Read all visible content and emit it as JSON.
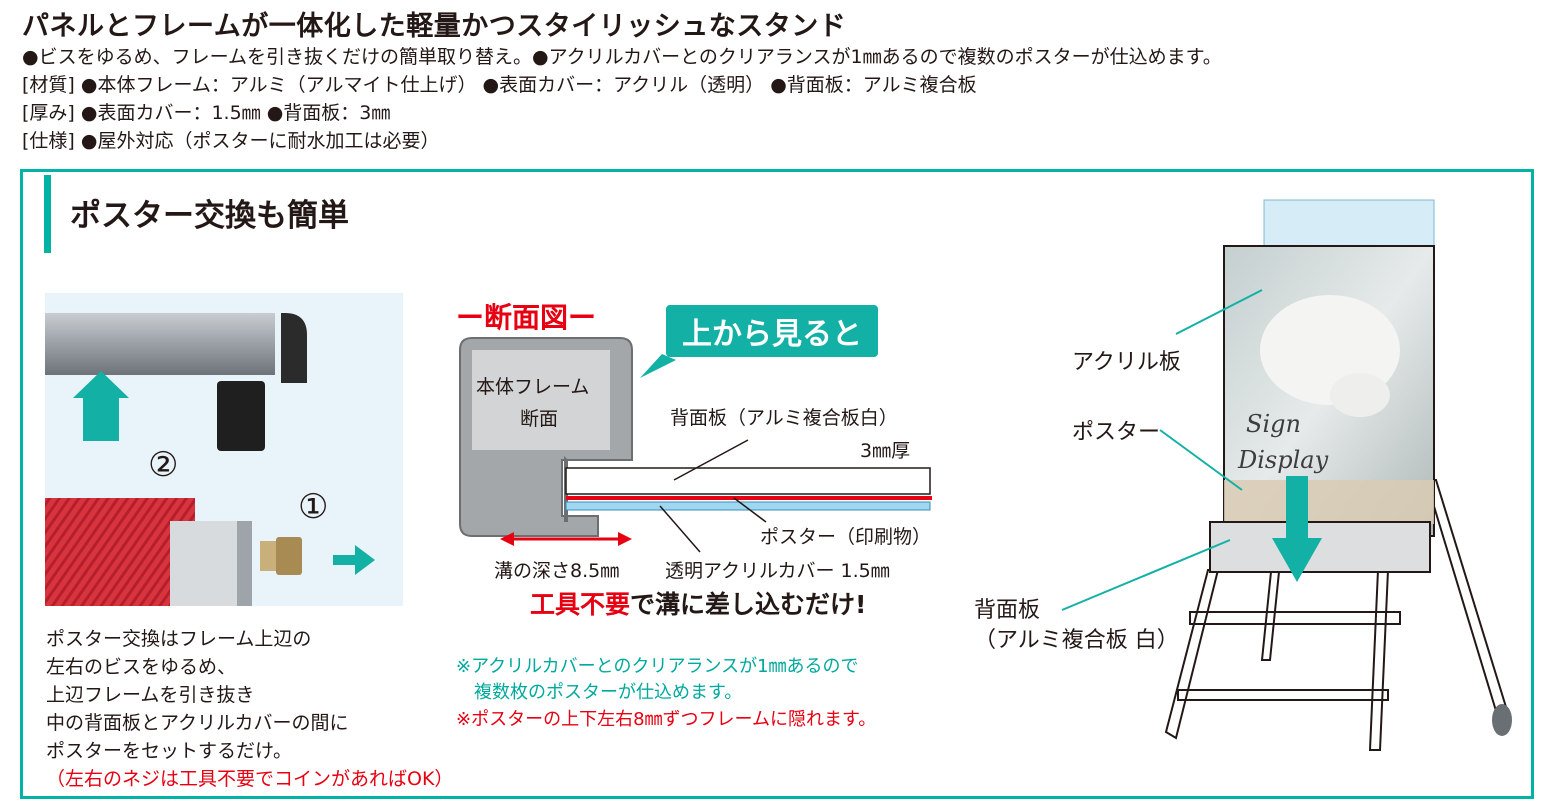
{
  "header": {
    "title": "パネルとフレームが一体化した軽量かつスタイリッシュなスタンド",
    "specs": [
      "●ビスをゆるめ、フレームを引き抜くだけの簡単取り替え。●アクリルカバーとのクリアランスが1㎜あるので複数のポスターが仕込めます。",
      "[材質] ●本体フレーム：アルミ（アルマイト仕上げ） ●表面カバー：アクリル（透明） ●背面板：アルミ複合板",
      "[厚み] ●表面カバー：1.5㎜ ●背面板：3㎜",
      "[仕様] ●屋外対応（ポスターに耐水加工は必要）"
    ]
  },
  "panel": {
    "title": "ポスター交換も簡単",
    "photo_labels": {
      "step1": "①",
      "step2": "②"
    },
    "steps": [
      "ポスター交換はフレーム上辺の",
      "左右のビスをゆるめ、",
      "上辺フレームを引き抜き",
      "中の背面板とアクリルカバーの間に",
      "ポスターをセットするだけ。"
    ],
    "steps_note": "（左右のネジは工具不要でコインがあればOK）"
  },
  "diagram": {
    "title": "ー断面図ー",
    "callout": "上から見ると",
    "frame_label_1": "本体フレーム",
    "frame_label_2": "断面",
    "back_board_1": "背面板（アルミ複合板白）",
    "back_board_2": "3㎜厚",
    "poster_label": "ポスター（印刷物）",
    "groove_label": "溝の深さ8.5㎜",
    "acrylic_label": "透明アクリルカバー 1.5㎜",
    "tool_red": "工具不要",
    "tool_rest": "で溝に差し込むだけ!",
    "note1_a": "※アクリルカバーとのクリアランスが1㎜あるので",
    "note1_b": "　複数枚のポスターが仕込めます。",
    "note2": "※ポスターの上下左右8㎜ずつフレームに隠れます。"
  },
  "stand": {
    "acrylic_label": "アクリル板",
    "poster_label": "ポスター",
    "back_label_1": "背面板",
    "back_label_2": "（アルミ複合板 白）",
    "sign_text_1": "Sign",
    "sign_text_2": "Display"
  },
  "colors": {
    "accent": "#00b3a4",
    "red": "#e60012",
    "text": "#231815"
  }
}
